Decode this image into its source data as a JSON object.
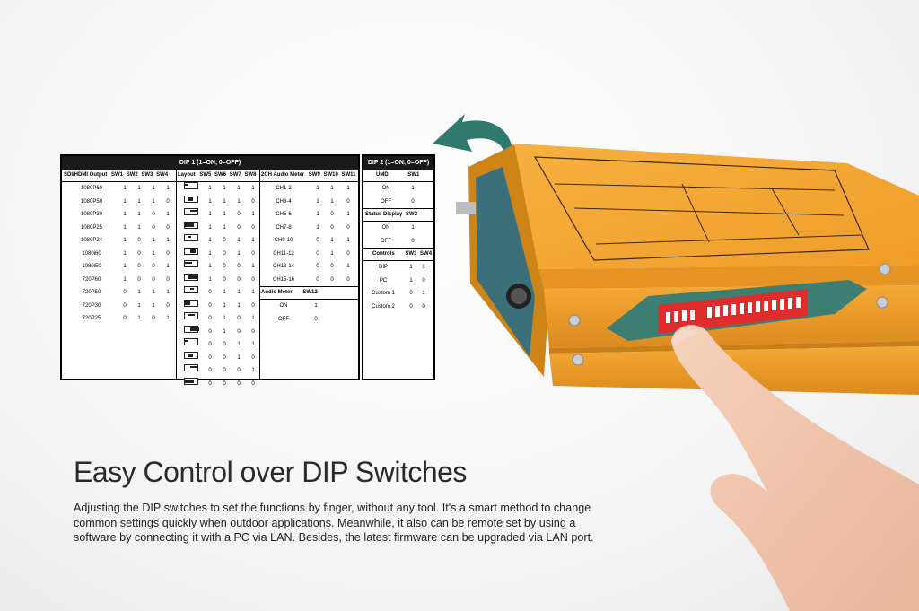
{
  "dip1": {
    "title": "DIP 1 (1=ON, 0=OFF)",
    "output": {
      "headers": [
        "SDI/HDMI Output",
        "SW1",
        "SW2",
        "SW3",
        "SW4"
      ],
      "rows": [
        [
          "1080P60",
          "1",
          "1",
          "1",
          "1"
        ],
        [
          "1080P50",
          "1",
          "1",
          "1",
          "0"
        ],
        [
          "1080P30",
          "1",
          "1",
          "0",
          "1"
        ],
        [
          "1080P25",
          "1",
          "1",
          "0",
          "0"
        ],
        [
          "1080P24",
          "1",
          "0",
          "1",
          "1"
        ],
        [
          "1080i60",
          "1",
          "0",
          "1",
          "0"
        ],
        [
          "1080i50",
          "1",
          "0",
          "0",
          "1"
        ],
        [
          "720P60",
          "1",
          "0",
          "0",
          "0"
        ],
        [
          "720P50",
          "0",
          "1",
          "1",
          "1"
        ],
        [
          "720P30",
          "0",
          "1",
          "1",
          "0"
        ],
        [
          "720P25",
          "0",
          "1",
          "0",
          "1"
        ]
      ]
    },
    "layout": {
      "headers": [
        "Layout",
        "SW5",
        "SW6",
        "SW7",
        "SW8"
      ],
      "rows": [
        [
          "1",
          "1",
          "1",
          "1"
        ],
        [
          "1",
          "1",
          "1",
          "0"
        ],
        [
          "1",
          "1",
          "0",
          "1"
        ],
        [
          "1",
          "1",
          "0",
          "0"
        ],
        [
          "1",
          "0",
          "1",
          "1"
        ],
        [
          "1",
          "0",
          "1",
          "0"
        ],
        [
          "1",
          "0",
          "0",
          "1"
        ],
        [
          "1",
          "0",
          "0",
          "0"
        ],
        [
          "0",
          "1",
          "1",
          "1"
        ],
        [
          "0",
          "1",
          "1",
          "0"
        ],
        [
          "0",
          "1",
          "0",
          "1"
        ],
        [
          "0",
          "1",
          "0",
          "0"
        ],
        [
          "0",
          "0",
          "1",
          "1"
        ],
        [
          "0",
          "0",
          "1",
          "0"
        ],
        [
          "0",
          "0",
          "0",
          "1"
        ],
        [
          "0",
          "0",
          "0",
          "0"
        ]
      ]
    },
    "audio": {
      "headers": [
        "2CH Audio Meter",
        "SW9",
        "SW10",
        "SW11"
      ],
      "rows": [
        [
          "CH1-2",
          "1",
          "1",
          "1"
        ],
        [
          "CH3-4",
          "1",
          "1",
          "0"
        ],
        [
          "CH5-6",
          "1",
          "0",
          "1"
        ],
        [
          "CH7-8",
          "1",
          "0",
          "0"
        ],
        [
          "CH9-10",
          "0",
          "1",
          "1"
        ],
        [
          "CH11-12",
          "0",
          "1",
          "0"
        ],
        [
          "CH13-14",
          "0",
          "0",
          "1"
        ],
        [
          "CH15-16",
          "0",
          "0",
          "0"
        ]
      ]
    },
    "audio_meter": {
      "headers": [
        "Audio Meter",
        "SW12"
      ],
      "rows": [
        [
          "ON",
          "1"
        ],
        [
          "OFF",
          "0"
        ]
      ]
    }
  },
  "dip2": {
    "title": "DIP 2 (1=ON, 0=OFF)",
    "umd": {
      "headers": [
        "UMD",
        "SW1"
      ],
      "rows": [
        [
          "ON",
          "1"
        ],
        [
          "OFF",
          "0"
        ]
      ]
    },
    "status": {
      "headers": [
        "Status Display",
        "SW2"
      ],
      "rows": [
        [
          "ON",
          "1"
        ],
        [
          "OFF",
          "0"
        ]
      ]
    },
    "controls": {
      "headers": [
        "Controls",
        "SW3",
        "SW4"
      ],
      "rows": [
        [
          "DIP",
          "1",
          "1"
        ],
        [
          "PC",
          "1",
          "0"
        ],
        [
          "Custom 1",
          "0",
          "1"
        ],
        [
          "Custom 2",
          "0",
          "0"
        ]
      ]
    }
  },
  "heading": "Easy Control over DIP Switches",
  "description": "Adjusting the DIP switches to set the functions by finger, without any tool. It's a smart method to change common settings quickly when outdoor applications. Meanwhile, it also can be remote set by using a software by connecting it with a PC via LAN. Besides, the latest firmware can be upgraded via LAN port.",
  "colors": {
    "device": "#f0a030",
    "arrow": "#2f7a6c",
    "switch_block": "#e02c2c",
    "panel": "#3c7f72"
  },
  "icons": [
    "curved-arrow-icon",
    "device-image",
    "hand-image",
    "layout-icon"
  ]
}
